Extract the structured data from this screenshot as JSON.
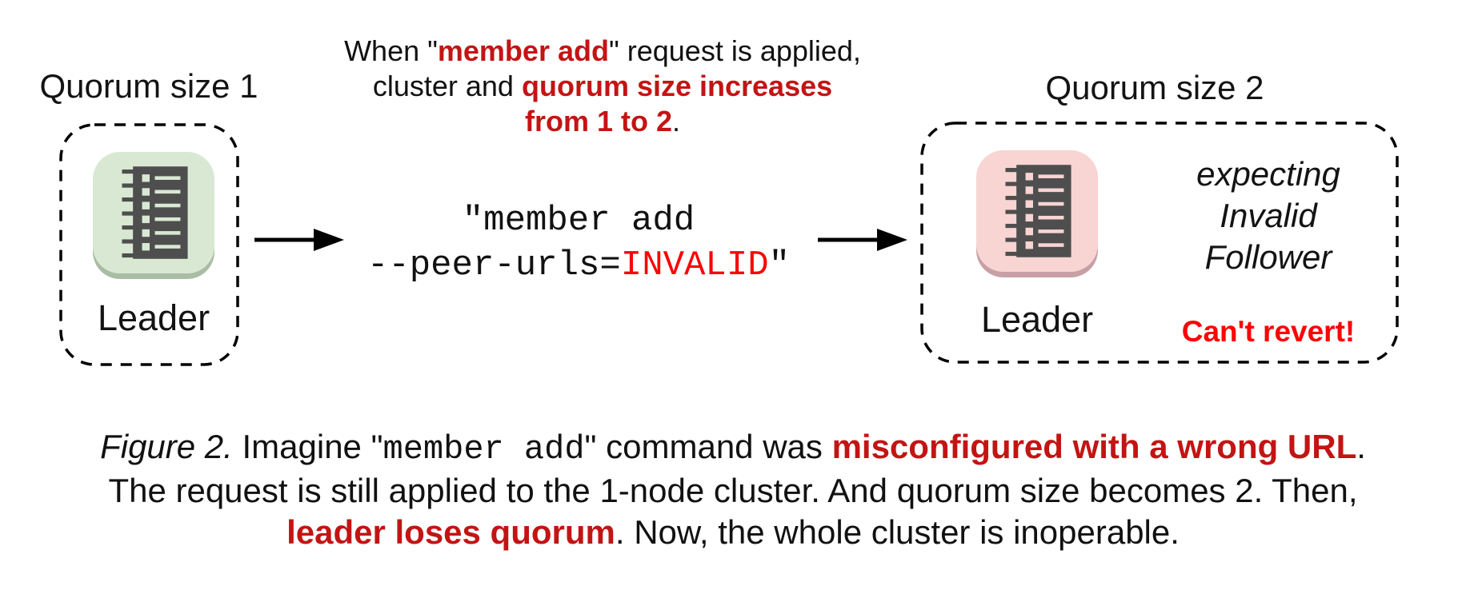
{
  "figure": {
    "left_cluster": {
      "title": "Quorum size 1",
      "node_label": "Leader"
    },
    "annotation": {
      "lines": [
        [
          {
            "t": "When \"",
            "s": "plain"
          },
          {
            "t": "member add",
            "s": "red-bold"
          },
          {
            "t": "\" request is applied,",
            "s": "plain"
          }
        ],
        [
          {
            "t": "cluster and ",
            "s": "plain"
          },
          {
            "t": "quorum size increases",
            "s": "red-bold"
          }
        ],
        [
          {
            "t": "from 1 to 2",
            "s": "red-bold"
          },
          {
            "t": ".",
            "s": "plain"
          }
        ]
      ]
    },
    "command": {
      "lines": [
        [
          {
            "t": "\"member add",
            "s": "mono"
          }
        ],
        [
          {
            "t": "--peer-urls=",
            "s": "mono"
          },
          {
            "t": "INVALID",
            "s": "mono-red"
          },
          {
            "t": "\"",
            "s": "mono"
          }
        ]
      ]
    },
    "right_cluster": {
      "title": "Quorum size 2",
      "node_label": "Leader",
      "expectation": [
        "expecting",
        "Invalid",
        "Follower"
      ],
      "warning": "Can't revert!"
    },
    "caption": {
      "lines": [
        [
          {
            "t": "Figure 2.",
            "s": "italic"
          },
          {
            "t": " Imagine \"",
            "s": "plain"
          },
          {
            "t": "member add",
            "s": "mono"
          },
          {
            "t": "\" command was ",
            "s": "plain"
          },
          {
            "t": "misconfigured with a wrong URL",
            "s": "red-bold"
          },
          {
            "t": ".",
            "s": "plain"
          }
        ],
        [
          {
            "t": "The request is still applied to the 1-node cluster. And quorum size becomes 2. Then,",
            "s": "plain"
          }
        ],
        [
          {
            "t": "leader loses quorum",
            "s": "red-bold"
          },
          {
            "t": ". Now, the whole cluster is inoperable.",
            "s": "plain"
          }
        ]
      ]
    },
    "colors": {
      "emphasis_red": "#c31414",
      "code_invalid_red": "#fb0404",
      "warning_red": "#fb0404",
      "node_green": "#d9e8d3",
      "node_green_edge": "#a9bda4",
      "node_pink": "#f8d4d3",
      "node_pink_edge": "#c7a0a5",
      "icon_ink": "#4e4e4e",
      "text_black": "#111111"
    }
  }
}
